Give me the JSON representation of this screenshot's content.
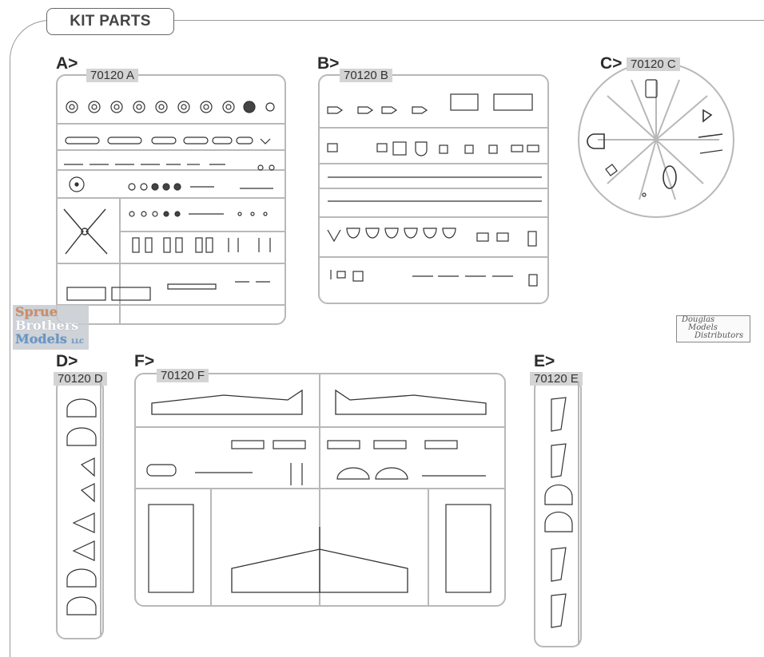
{
  "page_title": "KIT PARTS",
  "sprues": [
    {
      "letter": "A>",
      "code": "70120 A"
    },
    {
      "letter": "B>",
      "code": "70120 B"
    },
    {
      "letter": "C>",
      "code": "70120 C"
    },
    {
      "letter": "D>",
      "code": "70120 D"
    },
    {
      "letter": "F>",
      "code": "70120 F"
    },
    {
      "letter": "E>",
      "code": "70120 E"
    }
  ],
  "logos": {
    "sprue_brothers": [
      "Sprue",
      "Brothers",
      "Models"
    ],
    "sprue_brothers_suffix": "LLC",
    "douglas": [
      "Douglas",
      "Models",
      "Distributors"
    ]
  },
  "colors": {
    "frame": "#9a9a9a",
    "sprue": "#b8b8b8",
    "label_bg": "#d4d4d4",
    "part_outline": "#333333"
  }
}
